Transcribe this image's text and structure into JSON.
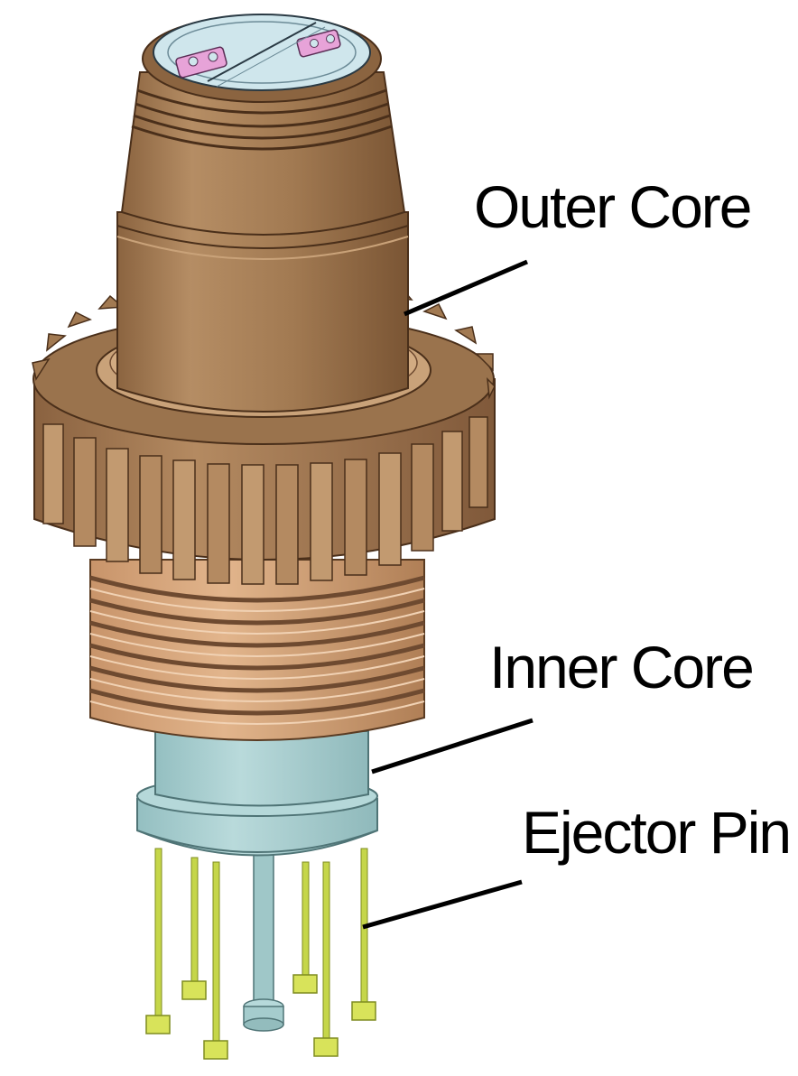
{
  "labels": {
    "outer_core": "Outer Core",
    "inner_core": "Inner Core",
    "ejector_pin": "Ejector Pin"
  },
  "colors": {
    "outer_core": "#b28a62",
    "outer_core_dark": "#7a5636",
    "gear": "#a98058",
    "thread": "#d7a77c",
    "thread_groove": "#6e4a30",
    "inner_core": "#a9cfd0",
    "ejector_pin": "#c9d94f",
    "pin_head": "#d8e35a",
    "top_face": "#cfe6ec",
    "top_insert": "#e7a3d8"
  }
}
